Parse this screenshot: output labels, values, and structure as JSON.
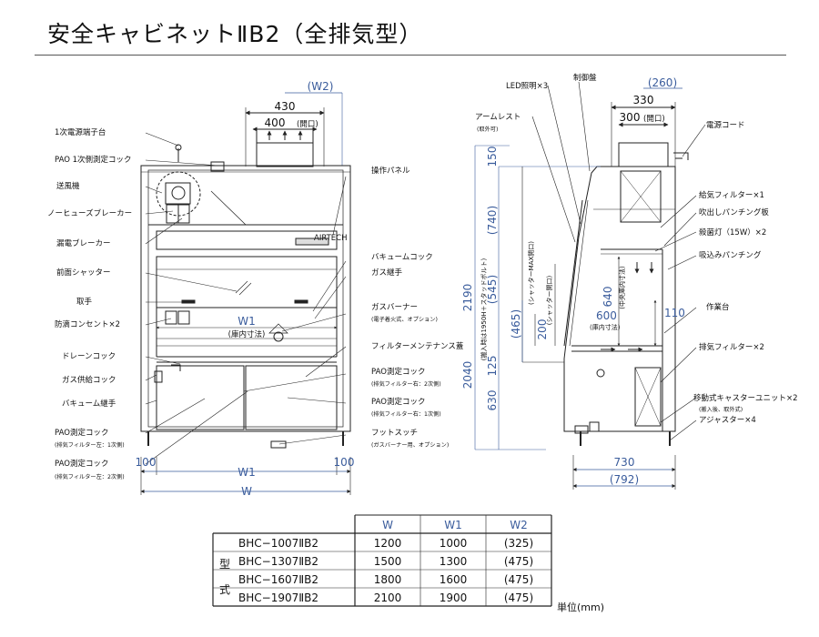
{
  "title": "安全キャビネットⅡB2（全排気型）",
  "colors": {
    "accent": "#3a5c9c",
    "line": "#222222",
    "grey": "#888888"
  },
  "front": {
    "dims": {
      "w2": "(W2)",
      "w430": "430",
      "w400": "400",
      "kaiko": "(開口)",
      "w1": "W1",
      "w1_note": "(庫内寸法)",
      "left100": "100",
      "right100": "100",
      "bottom_w1": "W1",
      "bottom_w": "W"
    },
    "labels": [
      "1次電源端子台",
      "PAO 1次側測定コック",
      "送風機",
      "ノーヒューズブレーカー",
      "漏電ブレーカー",
      "前面シャッター",
      "取手",
      "防滴コンセント×2",
      "ドレーンコック",
      "ガス供給コック",
      "バキューム継手"
    ],
    "pao_left": [
      {
        "name": "PAO測定コック",
        "note": "(排気フィルター左：1次側)"
      },
      {
        "name": "PAO測定コック",
        "note": "(排気フィルター左：2次側)"
      }
    ],
    "right": {
      "panel": "操作パネル",
      "vacuum": "バキュームコック",
      "gas": "ガス継手",
      "burner": "ガスバーナー",
      "burner_note": "(電子着火式、オプション)",
      "filter": "フィルターメンテナンス蓋",
      "pao1": "PAO測定コック",
      "pao1_note": "(排気フィルター右：2次側)",
      "pao2": "PAO測定コック",
      "pao2_note": "(排気フィルター右：1次側)",
      "foot": "フットスッチ",
      "foot_note": "(ガスバーナー用、オプション)"
    },
    "maker": "AIRTECH"
  },
  "side": {
    "labels_top": {
      "led": "LED照明×3",
      "control": "制御盤",
      "armrest": "アームレスト",
      "armrest_note": "(取外可)",
      "power": "電源コード"
    },
    "dims_top": {
      "d260": "(260)",
      "d330": "330",
      "d300": "300",
      "kaiko": "(開口)"
    },
    "labels_right": [
      "給気フィルター×1",
      "吹出しパンチング板",
      "殺菌灯（15W）×2",
      "吸込みパンチング",
      "作業台",
      "排気フィルター×2",
      "移動式キャスターユニット×2"
    ],
    "caster_note": "(搬入後、取外式)",
    "adjuster": "アジャスター×4",
    "vertical": {
      "d2190": "2190",
      "d2040": "2040",
      "d150": "150",
      "d740": "(740)",
      "d545": "(545)",
      "d465": "(465)",
      "d125": "125",
      "d630": "630",
      "d200": "200",
      "d640": "640",
      "d600": "600",
      "d110": "110",
      "note_1950": "(搬入時は1950H＋スタッドボルト)",
      "note_max": "(シャッターMAX開口)",
      "note_open": "(シャッター開口)",
      "note_center": "(中央庫内寸法)",
      "note_inner": "(庫内寸法)"
    },
    "bottom": {
      "d730": "730",
      "d792": "(792)"
    }
  },
  "table": {
    "group_label_1": "型",
    "group_label_2": "式",
    "headers": [
      "W",
      "W1",
      "W2"
    ],
    "rows": [
      {
        "model": "BHC−1007ⅡB2",
        "w": "1200",
        "w1": "1000",
        "w2": "(325)"
      },
      {
        "model": "BHC−1307ⅡB2",
        "w": "1500",
        "w1": "1300",
        "w2": "(475)"
      },
      {
        "model": "BHC−1607ⅡB2",
        "w": "1800",
        "w1": "1600",
        "w2": "(475)"
      },
      {
        "model": "BHC−1907ⅡB2",
        "w": "2100",
        "w1": "1900",
        "w2": "(475)"
      }
    ],
    "unit": "単位(mm)"
  }
}
